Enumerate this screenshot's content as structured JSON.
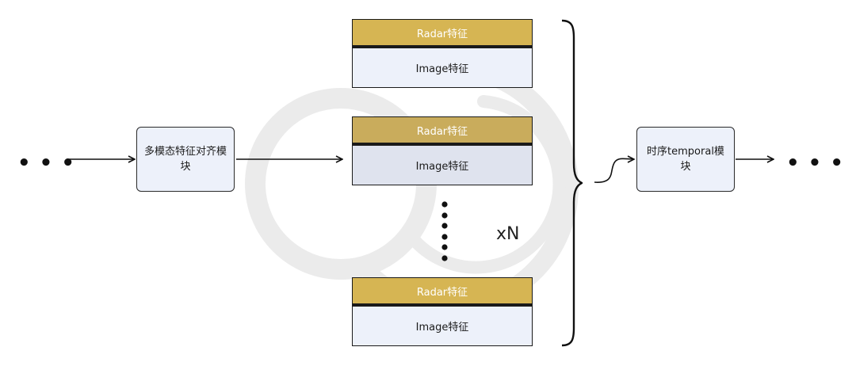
{
  "diagram": {
    "left_ellipsis": "• • •",
    "right_ellipsis": "• • •",
    "align_module": "多模态特征对齐模块",
    "temporal_module": "时序temporal模块",
    "repeat_label": "xN",
    "stacks": [
      {
        "radar": "Radar特征",
        "image": "Image特征"
      },
      {
        "radar": "Radar特征",
        "image": "Image特征"
      },
      {
        "radar": "Radar特征",
        "image": "Image特征"
      }
    ]
  },
  "colors": {
    "radar_fill": "#d6b553",
    "box_fill": "#edf1fa",
    "stroke": "#1a1a1a"
  }
}
